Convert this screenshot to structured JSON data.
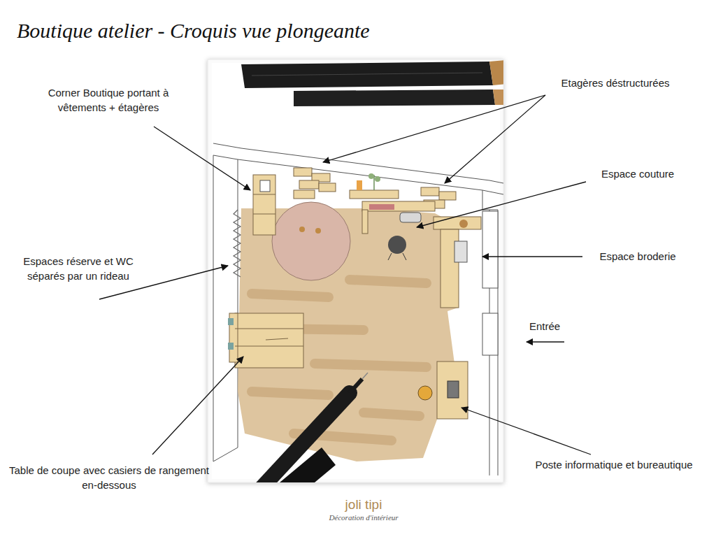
{
  "diagram": {
    "title": "Boutique atelier - Croquis vue plongeante",
    "labels": [
      "Corner Boutique portant à vêtements + étagères",
      "Etagères déstructurées",
      "Espace couture",
      "Espaces réserve et WC séparés par un rideau",
      "Espace broderie",
      "Entrée",
      "Table de coupe avec casiers de rangement en-dessous",
      "Poste informatique et bureautique",
      "joli tipi",
      "Décoration d'intérieur"
    ]
  }
}
